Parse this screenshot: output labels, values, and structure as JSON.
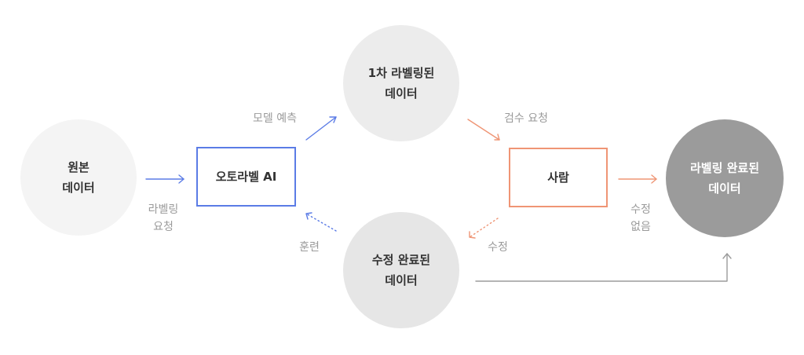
{
  "nodes": {
    "raw": [
      "원본",
      "데이터"
    ],
    "first": [
      "1차 라벨링된",
      "데이터"
    ],
    "ai": "오토라벨 AI",
    "human": "사람",
    "corrected": [
      "수정 완료된",
      "데이터"
    ],
    "done": [
      "라벨링 완료된",
      "데이터"
    ]
  },
  "edges": {
    "labeling_request": [
      "라벨링",
      "요청"
    ],
    "model_predict": "모델 예측",
    "review_request": "검수 요청",
    "fix": "수정",
    "no_fix": [
      "수정",
      "없음"
    ],
    "train": "훈련"
  },
  "colors": {
    "ai_blue": "#5b7ce6",
    "human_orange": "#ef9575",
    "neutral_gray": "#9b9b9b",
    "label_gray": "#9a9a9a"
  }
}
